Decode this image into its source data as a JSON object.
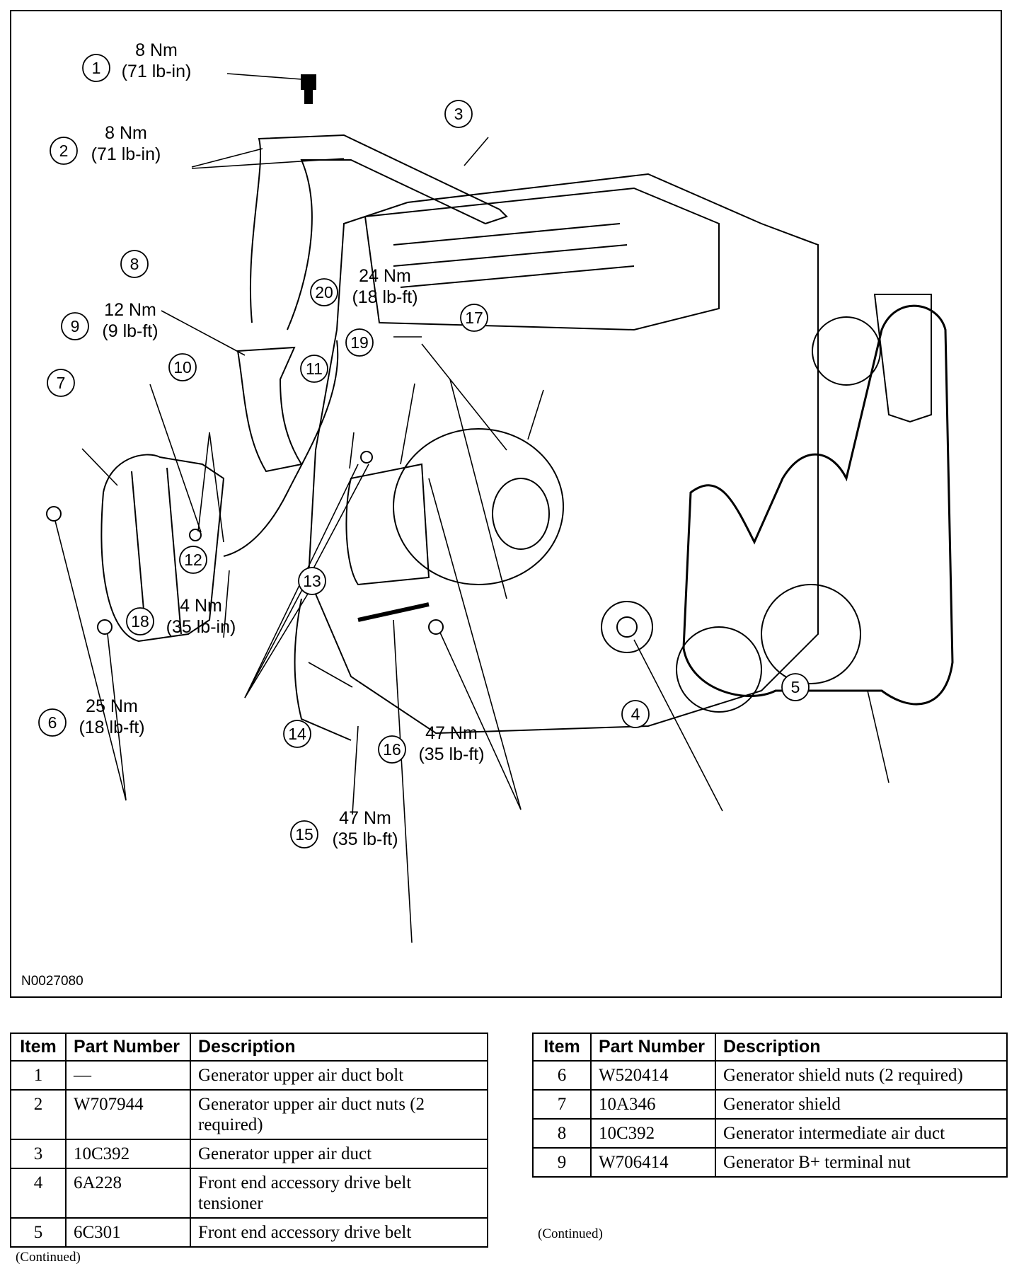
{
  "figure": {
    "id": "N0027080",
    "callouts": [
      {
        "num": "1",
        "torque": [
          "8 Nm",
          "(71 lb-in)"
        ]
      },
      {
        "num": "2",
        "torque": [
          "8 Nm",
          "(71 lb-in)"
        ]
      },
      {
        "num": "3",
        "torque": []
      },
      {
        "num": "4",
        "torque": []
      },
      {
        "num": "5",
        "torque": []
      },
      {
        "num": "6",
        "torque": [
          "25 Nm",
          "(18 lb-ft)"
        ]
      },
      {
        "num": "7",
        "torque": []
      },
      {
        "num": "8",
        "torque": []
      },
      {
        "num": "9",
        "torque": [
          "12 Nm",
          "(9 lb-ft)"
        ]
      },
      {
        "num": "10",
        "torque": []
      },
      {
        "num": "11",
        "torque": []
      },
      {
        "num": "12",
        "torque": []
      },
      {
        "num": "13",
        "torque": []
      },
      {
        "num": "14",
        "torque": []
      },
      {
        "num": "15",
        "torque": [
          "47 Nm",
          "(35 lb-ft)"
        ]
      },
      {
        "num": "16",
        "torque": [
          "47 Nm",
          "(35 lb-ft)"
        ]
      },
      {
        "num": "17",
        "torque": []
      },
      {
        "num": "18",
        "torque": [
          "4 Nm",
          "(35 lb-in)"
        ]
      },
      {
        "num": "19",
        "torque": []
      },
      {
        "num": "20",
        "torque": [
          "24 Nm",
          "(18 lb-ft)"
        ]
      }
    ]
  },
  "table_headers": {
    "item": "Item",
    "part": "Part Number",
    "desc": "Description"
  },
  "table_left": [
    {
      "item": "1",
      "part": "—",
      "desc": "Generator upper air duct bolt"
    },
    {
      "item": "2",
      "part": "W707944",
      "desc": "Generator upper air duct nuts (2 required)"
    },
    {
      "item": "3",
      "part": "10C392",
      "desc": "Generator upper air duct"
    },
    {
      "item": "4",
      "part": "6A228",
      "desc": "Front end accessory drive belt tensioner"
    },
    {
      "item": "5",
      "part": "6C301",
      "desc": "Front end accessory drive belt"
    }
  ],
  "table_right": [
    {
      "item": "6",
      "part": "W520414",
      "desc": "Generator shield nuts (2 required)"
    },
    {
      "item": "7",
      "part": "10A346",
      "desc": "Generator shield"
    },
    {
      "item": "8",
      "part": "10C392",
      "desc": "Generator intermediate air duct"
    },
    {
      "item": "9",
      "part": "W706414",
      "desc": "Generator B+ terminal nut"
    }
  ],
  "continued_label": "(Continued)"
}
